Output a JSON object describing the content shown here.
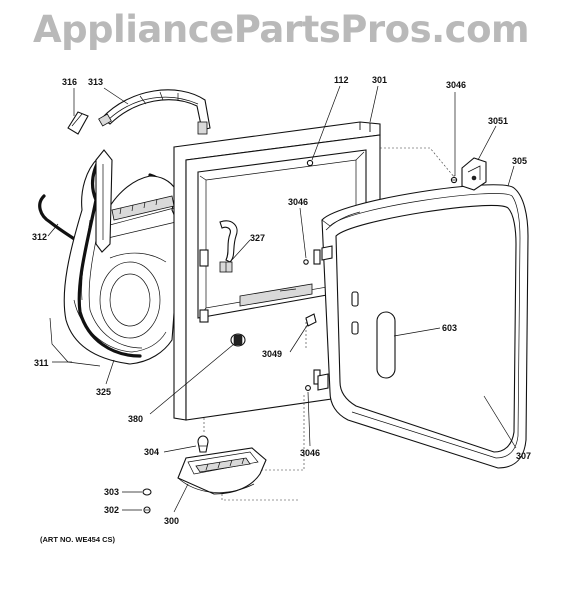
{
  "watermark": "AppliancePartsPros.com",
  "art_note": "(ART NO. WE454 CS)",
  "callouts": {
    "c316": "316",
    "c313": "313",
    "c112": "112",
    "c301": "301",
    "c3046_top": "3046",
    "c3051": "3051",
    "c305": "305",
    "c3046_mid": "3046",
    "c312": "312",
    "c327": "327",
    "c603": "603",
    "c311": "311",
    "c3049": "3049",
    "c325": "325",
    "c380": "380",
    "c304": "304",
    "c3046_bot": "3046",
    "c307": "307",
    "c303": "303",
    "c302": "302",
    "c300": "300"
  }
}
